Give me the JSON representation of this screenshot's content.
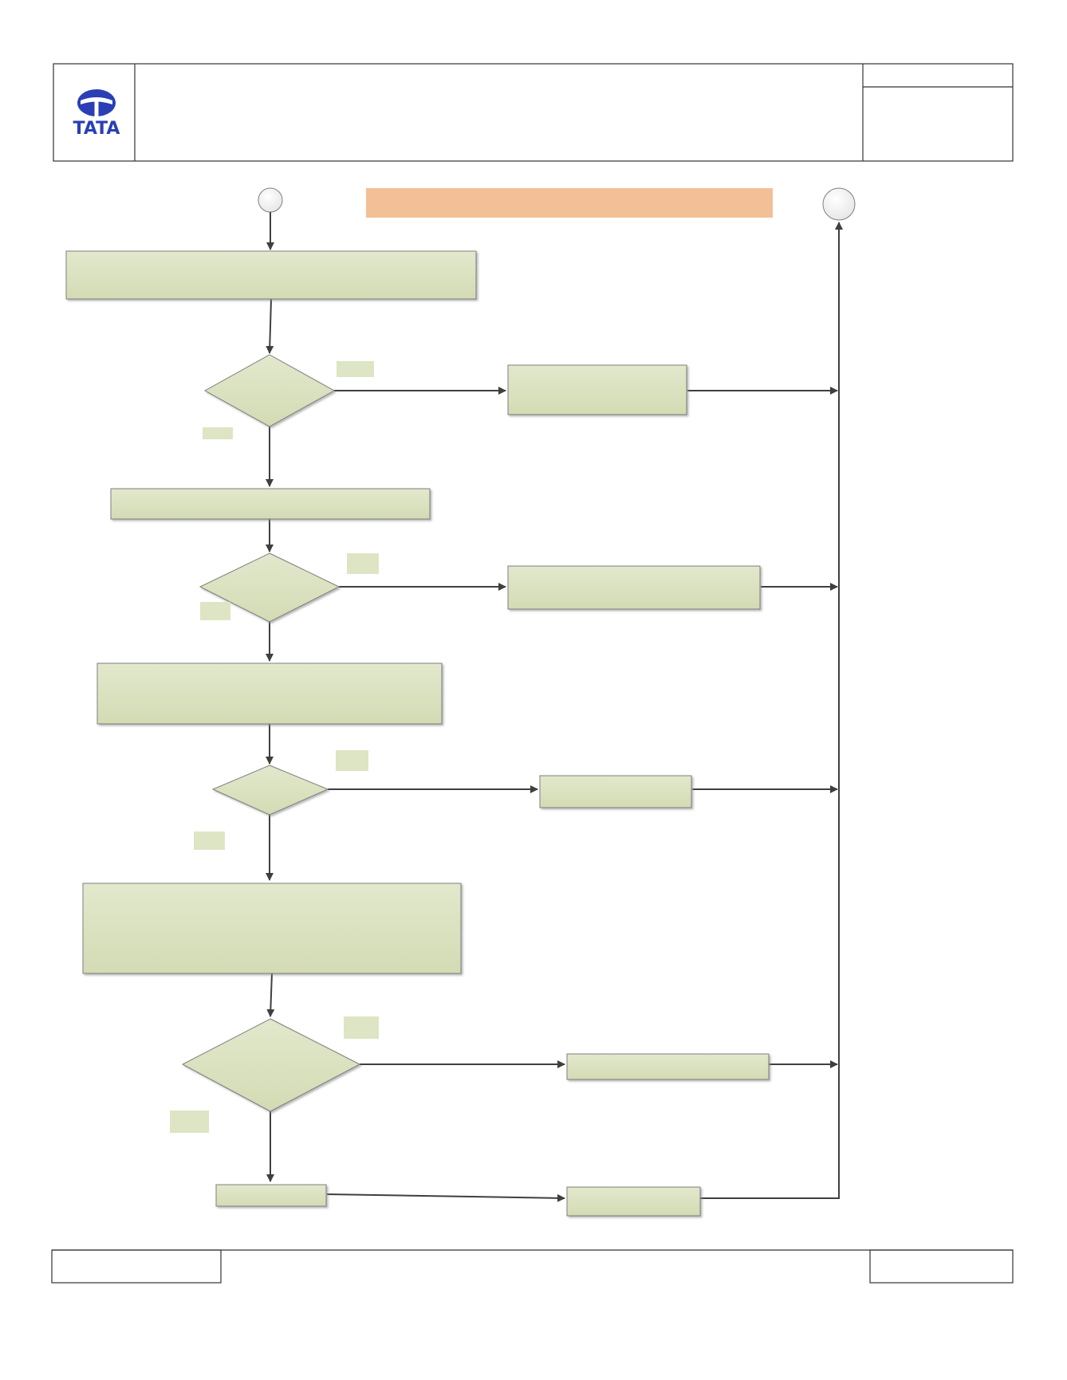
{
  "header": {
    "logo": {
      "brand_text": "TATA",
      "icon": "tata-logo-icon",
      "color": "#2a3fb5"
    }
  },
  "diagram": {
    "colors": {
      "box_fill": "#d9e0bf",
      "box_stroke": "#7f7f7f",
      "line": "#3f3f3f",
      "banner_fill": "#f3bf96",
      "circle_fill": "#ffffff",
      "label_fill": "#dde5c4"
    },
    "start_connector": "circle-start",
    "end_connector": "circle-end",
    "banner_text": "",
    "process_boxes": [
      "",
      "",
      "",
      "",
      "",
      "",
      "",
      "",
      "",
      ""
    ],
    "decisions": [
      "",
      "",
      "",
      ""
    ],
    "branch_labels": [
      "",
      "",
      "",
      "",
      "",
      "",
      "",
      ""
    ]
  },
  "footer": {
    "left_box": "",
    "middle": "",
    "right_box": ""
  }
}
